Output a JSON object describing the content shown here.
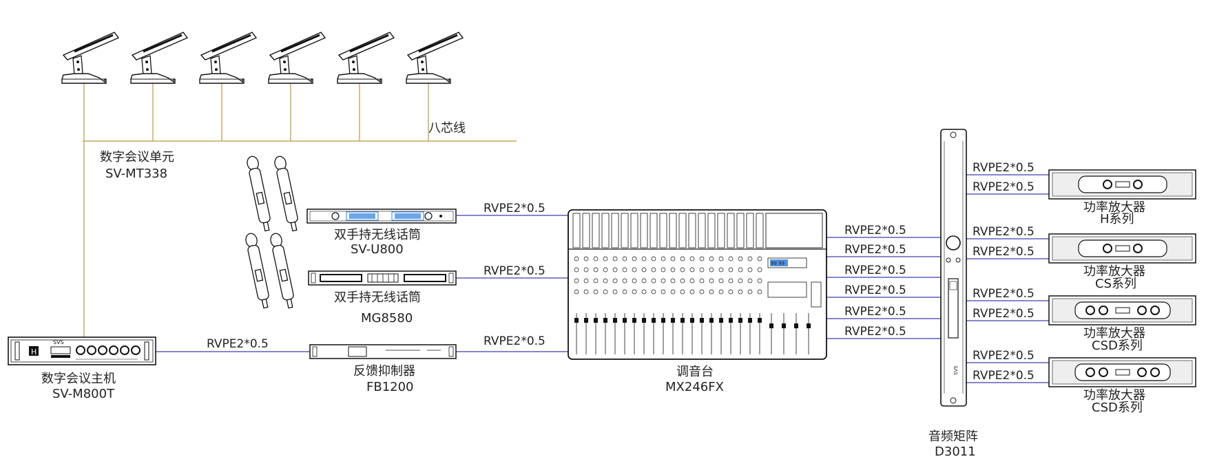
{
  "colors": {
    "bus_wire": "#c8a656",
    "signal_wire": "#3a3fb0",
    "device_stroke": "#111111",
    "display_blue": "#2f7fe0"
  },
  "conference": {
    "bus_label": "八芯线",
    "unit_name": "数字会议单元",
    "unit_model": "SV-MT338",
    "host_name": "数字会议主机",
    "host_model": "SV-M800T",
    "host_badge": "H",
    "host_brand": "SVS"
  },
  "devices": {
    "wireless1_name": "双手持无线话筒",
    "wireless1_model": "SV-U800",
    "wireless2_name": "双手持无线话筒",
    "wireless2_model": "MG8580",
    "feedback_name": "反馈抑制器",
    "feedback_model": "FB1200",
    "mixer_name": "调音台",
    "mixer_model": "MX246FX",
    "mixer_display": "99 99",
    "matrix_name": "音频矩阵",
    "matrix_model": "D3011",
    "matrix_brand": "SVS"
  },
  "cables": {
    "spec": "RVPE2*0.5"
  },
  "amplifiers": [
    {
      "name": "功率放大器",
      "series": "H系列"
    },
    {
      "name": "功率放大器",
      "series": "CS系列"
    },
    {
      "name": "功率放大器",
      "series": "CSD系列"
    },
    {
      "name": "功率放大器",
      "series": "CSD系列"
    }
  ]
}
